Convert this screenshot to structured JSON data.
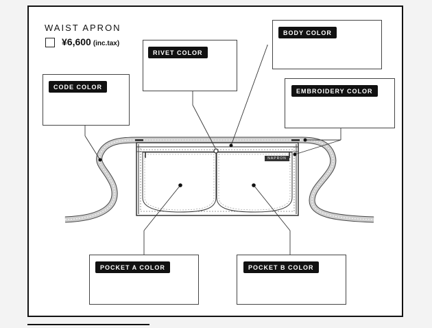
{
  "product": {
    "title": "WAIST APRON",
    "price": "¥6,600",
    "tax_note": "(inc.tax)"
  },
  "labels": {
    "code_color": "CODE COLOR",
    "rivet_color": "RIVET COLOR",
    "body_color": "BODY COLOR",
    "embroidery_color": "EMBROIDERY COLOR",
    "pocket_a_color": "POCKET A COLOR",
    "pocket_b_color": "POCKET B COLOR"
  },
  "brand_tag": "NAPRON",
  "colors": {
    "tag_background": "#111111",
    "tag_text": "#ffffff",
    "frame": "#111111",
    "strap_fill": "#cfcfcf"
  }
}
